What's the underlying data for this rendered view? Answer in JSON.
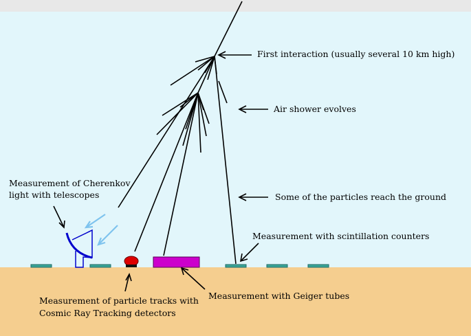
{
  "colors": {
    "top_bar": "#e8e8e8",
    "sky": "#e2f6fb",
    "ground": "#f5ce8f",
    "counter": "#3aa598",
    "geiger": "#cc00cc",
    "tracker": "#dd0000",
    "telescope": "#0000cc",
    "cherenkov_light": "#7ec3ee",
    "shower": "#000000"
  },
  "icons": {
    "telescope": "telescope-dish-icon",
    "tracker": "tracking-detector-icon",
    "geiger": "geiger-tube-bar",
    "counter": "scintillation-counter-plate"
  },
  "labels": {
    "first_interaction": "First interaction (usually several 10 km high)",
    "shower_evolves": "Air shower evolves",
    "particles_ground": "Some of the particles reach the ground",
    "scintillation": "Measurement with scintillation counters",
    "cherenkov_line1": "Measurement of Cherenkov",
    "cherenkov_line2": "light with telescopes",
    "tracks_line1": "Measurement of particle tracks with",
    "tracks_line2": "Cosmic Ray Tracking detectors",
    "geiger": "Measurement with Geiger tubes"
  }
}
